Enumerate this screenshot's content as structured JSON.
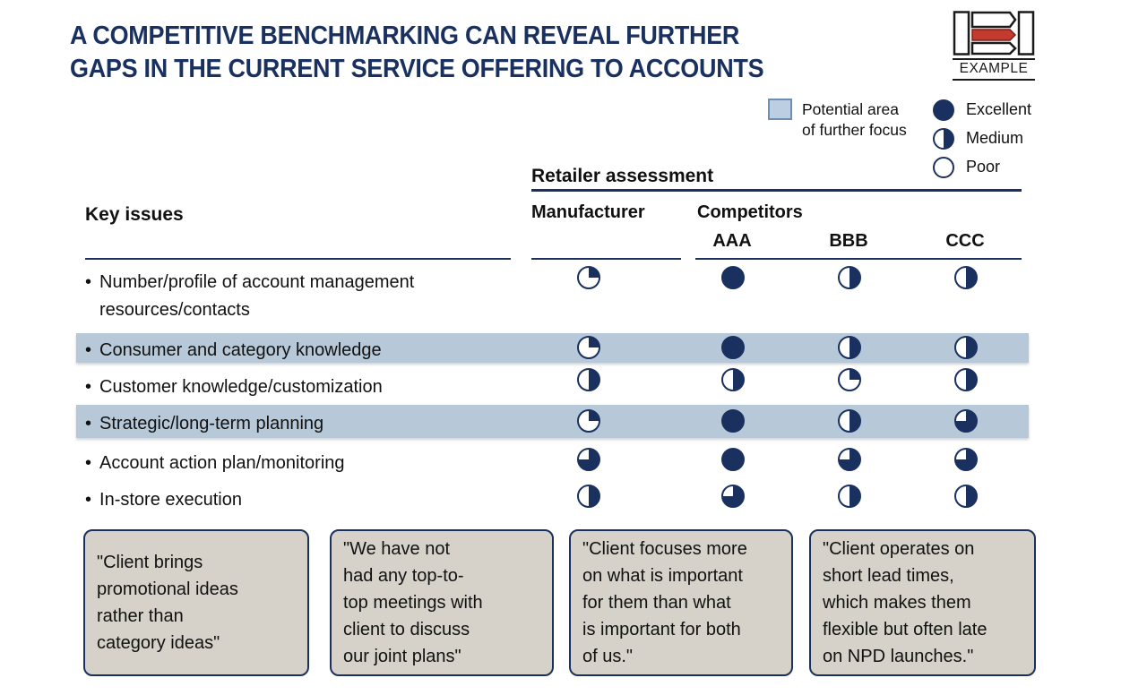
{
  "title": {
    "line1": "A COMPETITIVE BENCHMARKING CAN REVEAL FURTHER",
    "line2": "GAPS IN THE CURRENT SERVICE OFFERING TO ACCOUNTS"
  },
  "logo": {
    "label": "EXAMPLE"
  },
  "legend": {
    "focus_label": "Potential area\nof further focus",
    "ratings": [
      {
        "label": "Excellent",
        "value": 100
      },
      {
        "label": "Medium",
        "value": 50
      },
      {
        "label": "Poor",
        "value": 0
      }
    ]
  },
  "table": {
    "section_title": "Retailer assessment",
    "key_issues_label": "Key issues",
    "col_manufacturer": "Manufacturer",
    "col_competitors": "Competitors",
    "competitor_names": [
      "AAA",
      "BBB",
      "CCC"
    ],
    "bullet": "•",
    "rows": [
      {
        "label": "Number/profile of account management\nresources/contacts",
        "highlighted": false,
        "ratings": [
          25,
          100,
          50,
          50
        ]
      },
      {
        "label": "Consumer and category knowledge",
        "highlighted": true,
        "ratings": [
          25,
          100,
          50,
          50
        ]
      },
      {
        "label": "Customer knowledge/customization",
        "highlighted": false,
        "ratings": [
          50,
          50,
          25,
          50
        ]
      },
      {
        "label": "Strategic/long-term planning",
        "highlighted": true,
        "ratings": [
          25,
          100,
          50,
          75
        ]
      },
      {
        "label": "Account action plan/monitoring",
        "highlighted": false,
        "ratings": [
          75,
          100,
          75,
          75
        ]
      },
      {
        "label": "In-store execution",
        "highlighted": false,
        "ratings": [
          50,
          75,
          50,
          50
        ]
      }
    ]
  },
  "quotes": [
    {
      "text": "\"Client brings\npromotional ideas\nrather than\ncategory ideas\""
    },
    {
      "text": "\"We have not\nhad any top-to-\ntop meetings with\nclient to discuss\nour joint plans\""
    },
    {
      "text": "\"Client focuses more\non what is important\nfor them than what\nis important for both\nof us.\""
    },
    {
      "text": "\"Client operates on\nshort lead times,\nwhich makes them\nflexible but often late\non NPD launches.\""
    }
  ],
  "colors": {
    "navy": "#1a3160",
    "band": "#b7c8d9",
    "box-bg": "#d6d2c9",
    "red": "#c23b2e",
    "legend-fill": "#bccfe2",
    "legend-border": "#6d8fb3"
  }
}
